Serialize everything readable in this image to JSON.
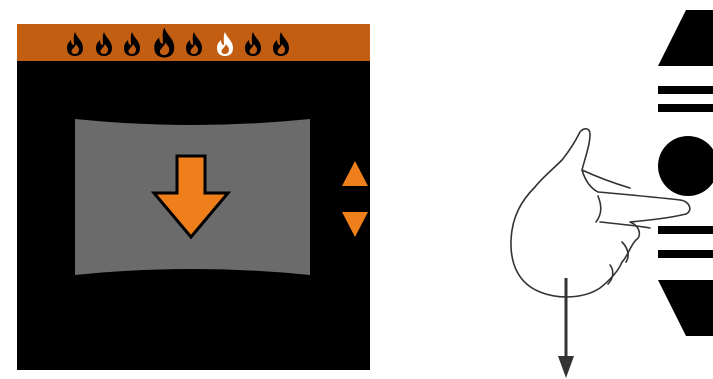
{
  "device": {
    "flame_levels": [
      {
        "id": 1,
        "active": false,
        "emphasis": false
      },
      {
        "id": 2,
        "active": false,
        "emphasis": false
      },
      {
        "id": 3,
        "active": false,
        "emphasis": false
      },
      {
        "id": 4,
        "active": false,
        "emphasis": true
      },
      {
        "id": 5,
        "active": false,
        "emphasis": false
      },
      {
        "id": 6,
        "active": true,
        "emphasis": false
      },
      {
        "id": 7,
        "active": false,
        "emphasis": false
      },
      {
        "id": 8,
        "active": false,
        "emphasis": false
      }
    ],
    "selected_flame_level": 6,
    "main_icon": "down-arrow-icon",
    "side_controls": [
      "up-triangle-icon",
      "down-triangle-icon"
    ]
  },
  "gesture": {
    "icons": [
      "up-triangle-icon",
      "menu-lines-icon",
      "round-button-icon",
      "menu-lines-icon",
      "down-triangle-icon",
      "hand-pointer-icon",
      "swipe-down-arrow-icon"
    ]
  },
  "colors": {
    "top_bar": "#c25e12",
    "accent": "#ef7f1a",
    "screen_bg": "#000000",
    "panel": "#6b6b6b",
    "flame_dark": "#000000",
    "flame_active": "#ffffff"
  }
}
